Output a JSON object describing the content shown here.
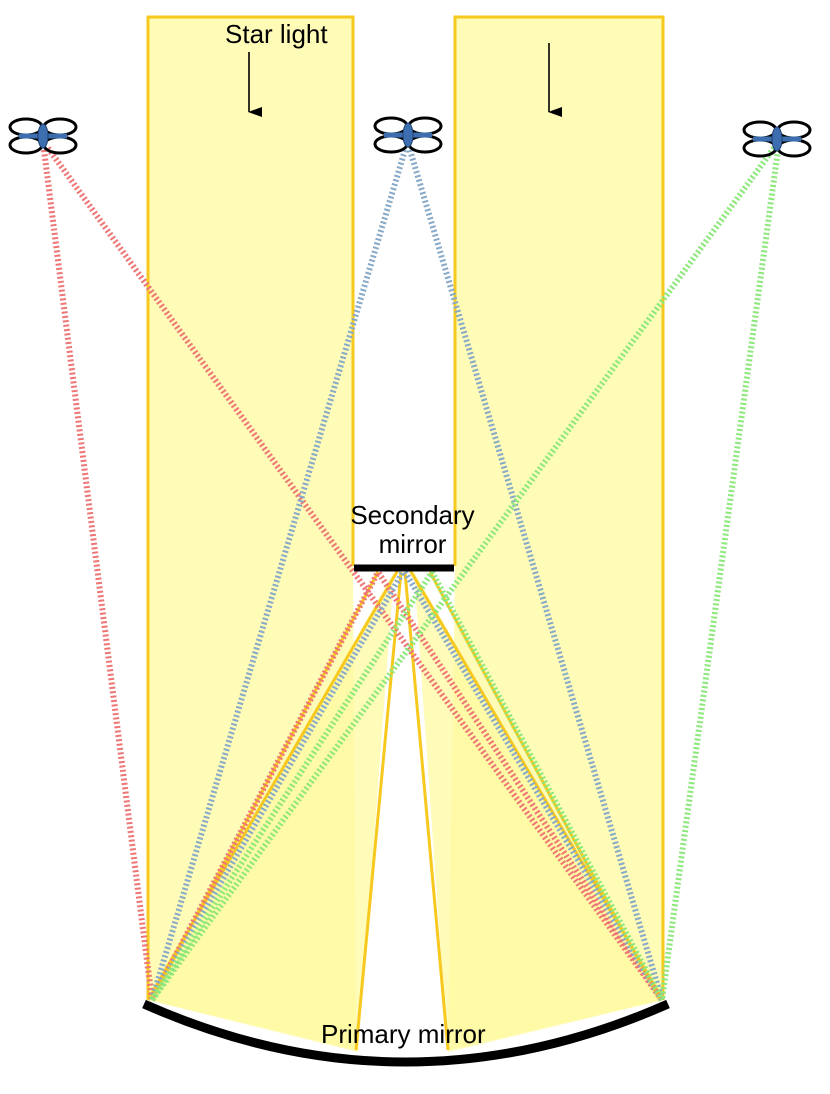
{
  "labels": {
    "star_light": "Star light",
    "secondary_mirror": "Secondary mirror",
    "primary_mirror": "Primary mirror"
  },
  "colors": {
    "beam_fill": "#fffcb8",
    "beam_edge": "#f7c81e",
    "mirror": "#000000",
    "drone_left_rays": "#ee7575",
    "drone_center_rays": "#87a9c8",
    "drone_right_rays": "#8ce87a",
    "drone_body": "#3d6fb0"
  },
  "icons": {
    "drone": "quadcopter-drone-icon",
    "arrow": "down-arrow-icon"
  }
}
